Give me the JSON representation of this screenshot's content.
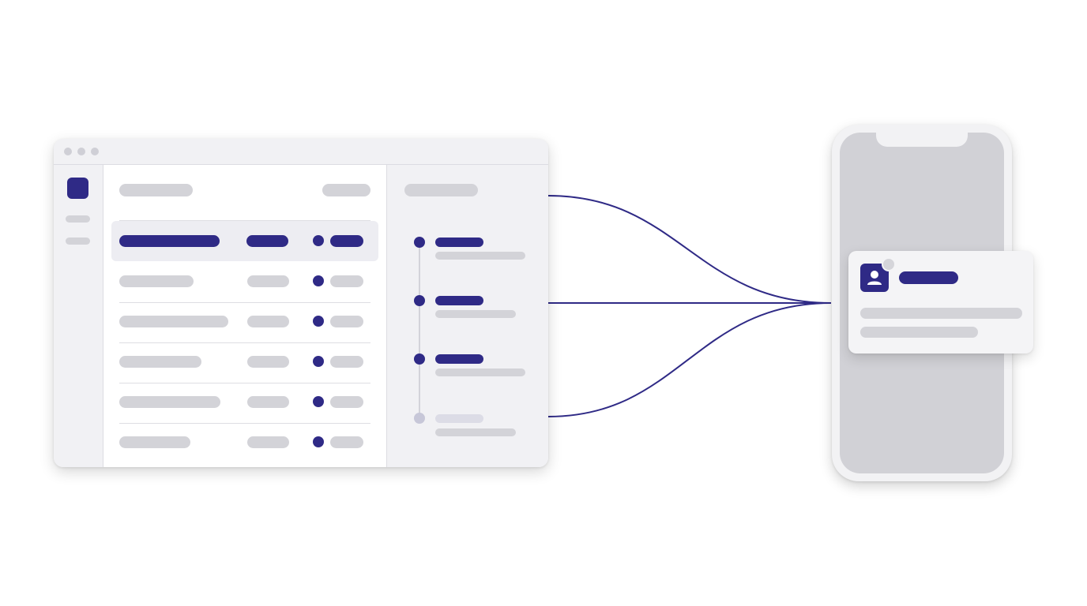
{
  "colors": {
    "accent": "#2f2a86",
    "placeholder": "#d3d3d8",
    "window_bg": "#f1f1f4",
    "panel_bg": "#ffffff",
    "phone_screen": "#d1d1d6",
    "timeline_inactive": "#c7c7d8"
  },
  "desktop_window": {
    "window_controls": [
      "dot",
      "dot",
      "dot"
    ],
    "sidebar": {
      "items": [
        {
          "icon": "app-icon",
          "active": true
        },
        {
          "icon": "placeholder-line"
        },
        {
          "icon": "placeholder-line"
        }
      ]
    },
    "list": {
      "rows": [
        {
          "selected": true,
          "status_dot": "filled"
        },
        {
          "selected": false,
          "status_dot": "filled"
        },
        {
          "selected": false,
          "status_dot": "filled"
        },
        {
          "selected": false,
          "status_dot": "filled"
        },
        {
          "selected": false,
          "status_dot": "filled"
        },
        {
          "selected": false,
          "status_dot": "filled"
        }
      ]
    },
    "timeline": {
      "steps": [
        {
          "state": "done"
        },
        {
          "state": "done"
        },
        {
          "state": "done"
        },
        {
          "state": "pending"
        }
      ]
    }
  },
  "phone": {
    "notification": {
      "icon": "user-icon",
      "badge": "unread-indicator"
    }
  },
  "connections": {
    "count": 3,
    "style": "curved-lines"
  }
}
